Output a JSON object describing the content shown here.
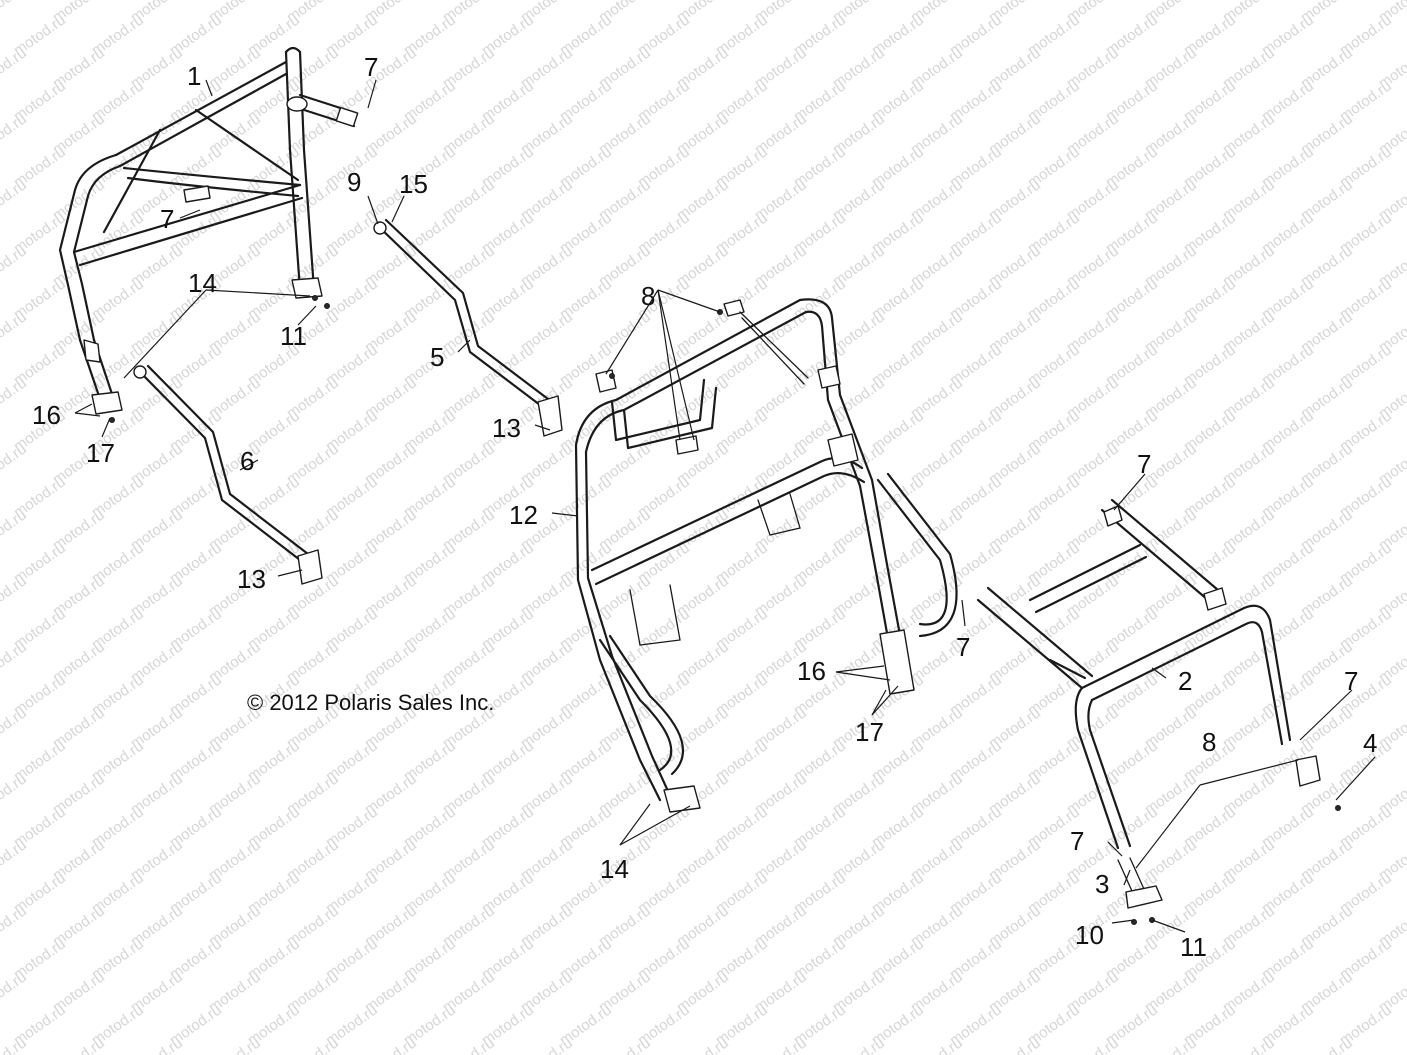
{
  "watermark": {
    "text": "motod.ru",
    "color": "#d6d6d6"
  },
  "copyright": "© 2012 Polaris Sales Inc.",
  "callouts": {
    "c1": "1",
    "c2": "2",
    "c3": "3",
    "c4": "4",
    "c5": "5",
    "c6": "6",
    "c7a": "7",
    "c7b": "7",
    "c7c": "7",
    "c7d": "7",
    "c7e": "7",
    "c7f": "7",
    "c8a": "8",
    "c8b": "8",
    "c9": "9",
    "c10": "10",
    "c11a": "11",
    "c11b": "11",
    "c12": "12",
    "c13a": "13",
    "c13b": "13",
    "c14a": "14",
    "c14b": "14",
    "c15": "15",
    "c16a": "16",
    "c16b": "16",
    "c17a": "17",
    "c17b": "17"
  }
}
